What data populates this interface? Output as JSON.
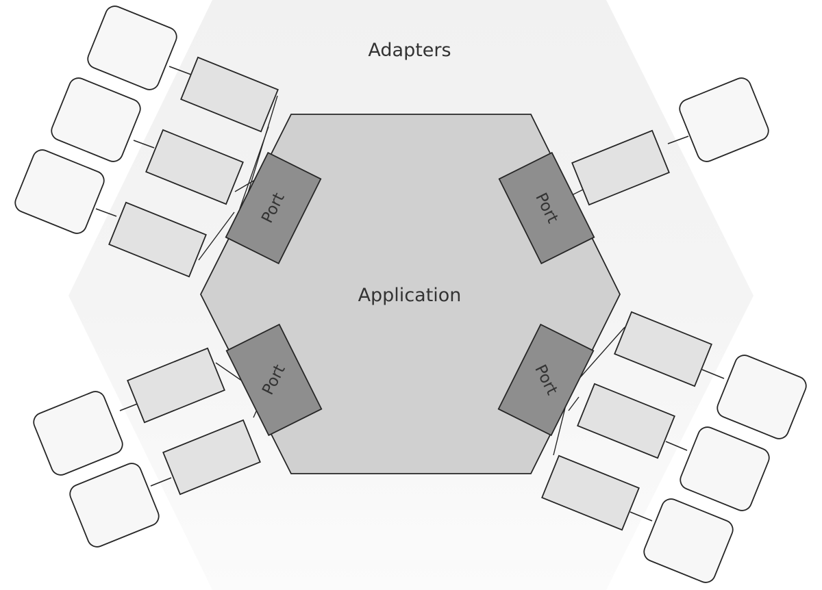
{
  "labels": {
    "adapters": "Adapters",
    "application": "Application",
    "port_top_left": "Port",
    "port_top_right": "Port",
    "port_bottom_left": "Port",
    "port_bottom_right": "Port"
  },
  "colors": {
    "background": "#ffffff",
    "adapters_zone": "#f4f4f4",
    "application_fill": "#d0d0d0",
    "port_fill": "#8e8e8e",
    "adapter_fill": "#e2e2e2",
    "external_fill": "#f7f7f7",
    "stroke": "#262626"
  }
}
